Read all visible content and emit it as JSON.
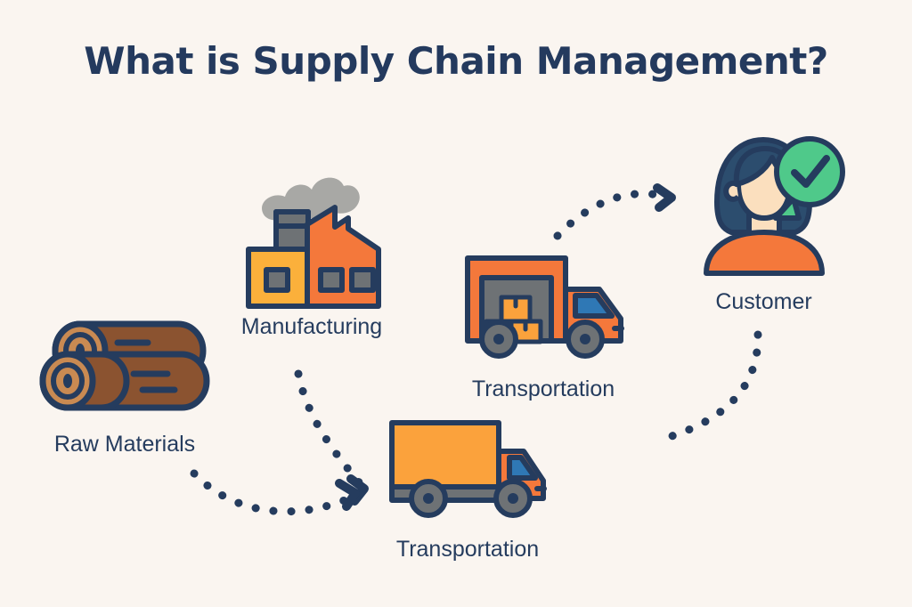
{
  "page": {
    "title": "What is Supply Chain Management?",
    "background_color": "#FAF5F0",
    "ink_color": "#253C5E"
  },
  "palette": {
    "navy": "#253C5E",
    "orange": "#F4783B",
    "amber": "#FBB03B",
    "amber_box": "#FBA23C",
    "gray": "#6E7275",
    "gray_light": "#A8A8A5",
    "brown": "#8B5330",
    "tan": "#C98A52",
    "blue": "#2F78B5",
    "green": "#4FC98A",
    "skin": "#FBDFBE"
  },
  "nodes": [
    {
      "id": "raw-materials",
      "label": "Raw Materials",
      "icon": "logs-icon",
      "order": 1
    },
    {
      "id": "manufacturing",
      "label": "Manufacturing",
      "icon": "factory-icon",
      "order": 2
    },
    {
      "id": "transportation-upper",
      "label": "Transportation",
      "icon": "delivery-truck-loaded-icon",
      "order": 4
    },
    {
      "id": "transportation-lower",
      "label": "Transportation",
      "icon": "delivery-truck-icon",
      "order": 3
    },
    {
      "id": "customer",
      "label": "Customer",
      "icon": "customer-approved-icon",
      "order": 5
    }
  ],
  "arrows": [
    {
      "id": "arrow-manufacturing-to-transportation",
      "from": "manufacturing",
      "to": "transportation-lower",
      "style": "dotted-curve-with-chevron"
    },
    {
      "id": "arrow-rawmaterials-to-transportation",
      "from": "raw-materials",
      "to": "transportation-lower",
      "style": "dotted-curve-with-chevron"
    },
    {
      "id": "arrow-transportation-to-customer",
      "from": "transportation-upper",
      "to": "customer",
      "style": "dotted-curve-with-chevron"
    },
    {
      "id": "arrow-customer-to-transportation",
      "from": "customer",
      "to": "transportation-upper",
      "style": "dotted-curve"
    }
  ]
}
